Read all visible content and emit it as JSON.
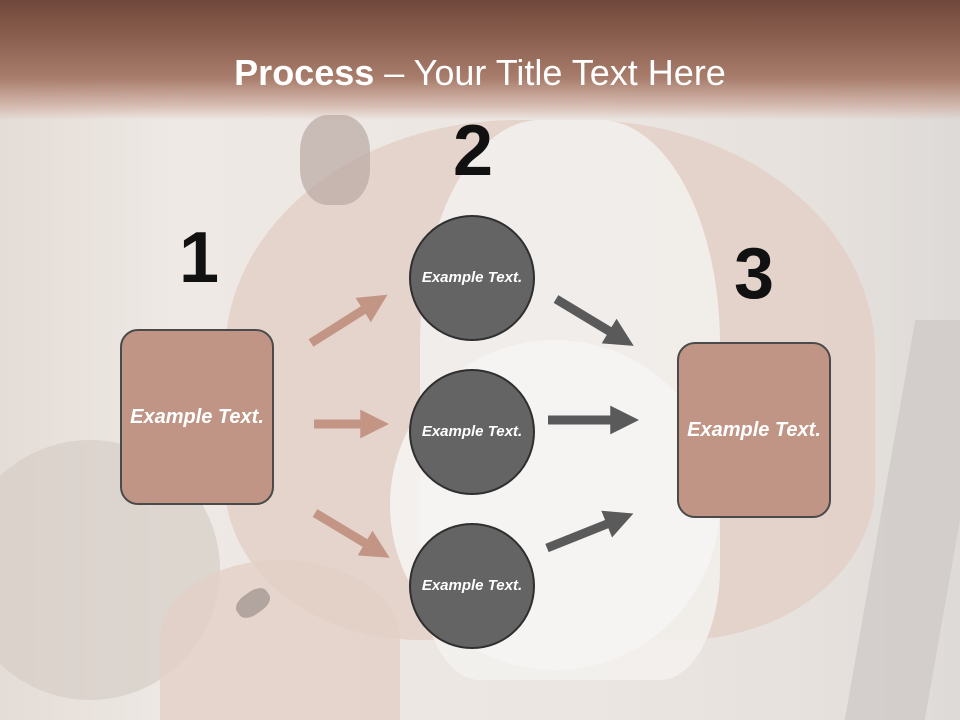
{
  "title": {
    "bold": "Process",
    "rest": " – Your Title Text Here"
  },
  "numbers": [
    "1",
    "2",
    "3"
  ],
  "left_box": {
    "text": "Example Text."
  },
  "right_box": {
    "text": "Example Text."
  },
  "circles": [
    {
      "text": "Example Text."
    },
    {
      "text": "Example Text."
    },
    {
      "text": "Example Text."
    }
  ],
  "colors": {
    "title_bar": "#8e6252",
    "box_fill": "#c09585",
    "circle_fill": "#646464",
    "left_arrows": "#c39584",
    "right_arrows": "#5a5a5a"
  }
}
